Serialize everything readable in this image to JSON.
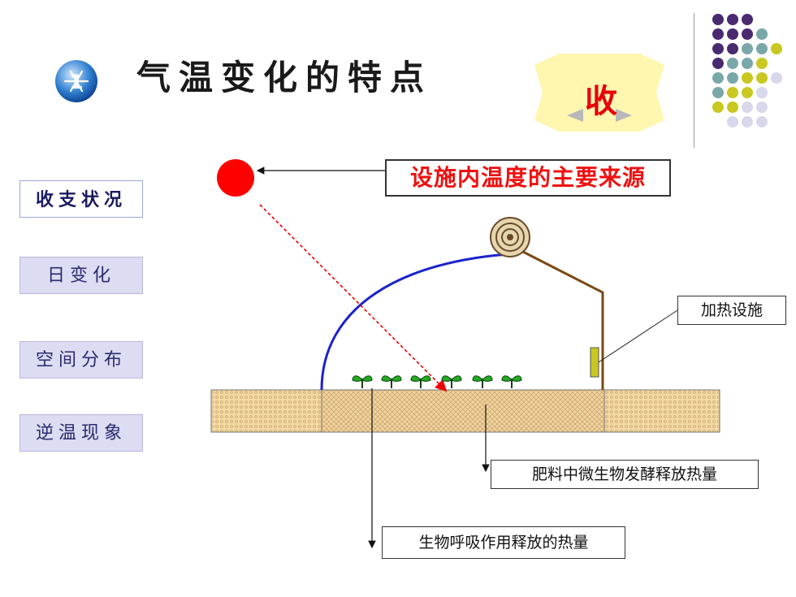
{
  "header": {
    "title": "气温变化的特点",
    "badge": "收"
  },
  "sidebar": {
    "items": [
      {
        "label": "收支状况",
        "active": true
      },
      {
        "label": "日变化",
        "active": false
      },
      {
        "label": "空间分布",
        "active": false
      },
      {
        "label": "逆温现象",
        "active": false
      }
    ]
  },
  "diagram": {
    "source_label": "设施内温度的主要来源",
    "heater_label": "加热设施",
    "manure_label": "肥料中微生物发酵释放热量",
    "respiration_label": "生物呼吸作用释放的热量"
  },
  "colors": {
    "sun": "#ff0000",
    "arch": "#1a22cc",
    "wall": "#7a4a14",
    "soil": "#f3d9a4",
    "heater": "#c8c820",
    "source_text": "#ee1111"
  }
}
